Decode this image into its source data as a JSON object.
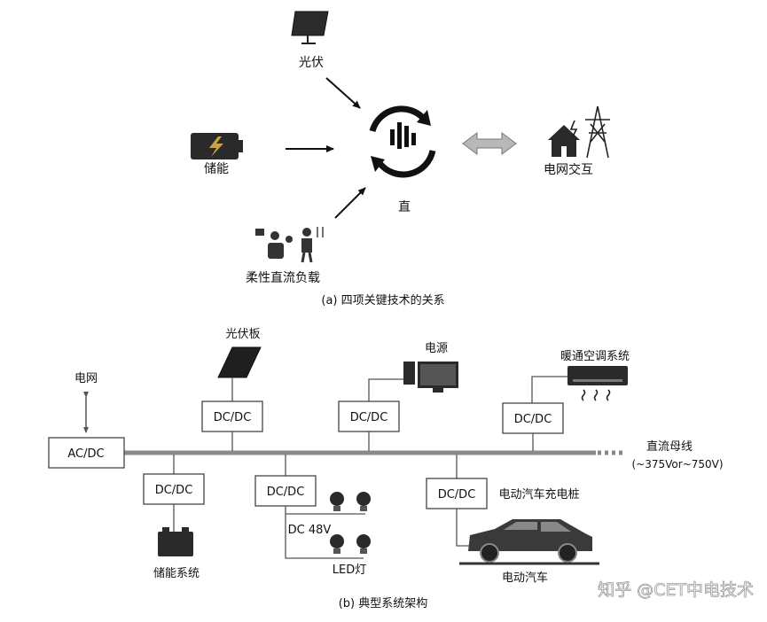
{
  "panel_a": {
    "nodes": {
      "pv": "光伏",
      "storage": "储能",
      "grid": "电网交互",
      "center": "直",
      "load": "柔性直流负载"
    },
    "caption": "(a) 四项关键技术的关系"
  },
  "panel_b": {
    "grid": "电网",
    "acdc": "AC/DC",
    "dcdc": "DC/DC",
    "pv_panel": "光伏板",
    "power_supply": "电源",
    "hvac": "暖通空调系统",
    "bus": "直流母线",
    "bus_range": "(~375Vor~750V)",
    "storage_sys": "储能系统",
    "dc48": "DC 48V",
    "led": "LED灯",
    "charger": "电动汽车充电桩",
    "ev": "电动汽车",
    "caption": "(b) 典型系统架构"
  },
  "watermark": "知乎 @CET中电技术",
  "colors": {
    "bus": "#8a8a8a",
    "ink": "#111111",
    "arrow_grey": "#b8b8b8"
  }
}
